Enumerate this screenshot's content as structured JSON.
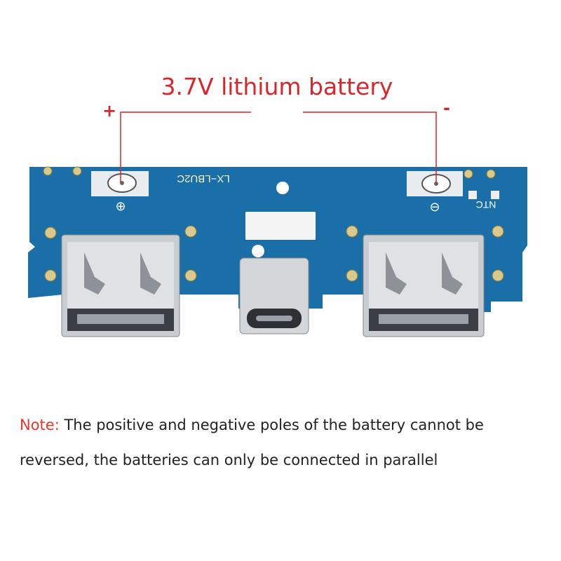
{
  "title": "3.7V lithium battery",
  "poles": {
    "positive": "+",
    "negative": "-"
  },
  "board": {
    "model": "LX-LBU2C",
    "ntc_label": "NTC",
    "color": "#1a6fa8"
  },
  "note": {
    "label": "Note:",
    "line1": " The positive and negative poles of the battery cannot be",
    "line2": "reversed, the batteries can only be connected in parallel"
  },
  "colors": {
    "accent": "#d8262a"
  }
}
